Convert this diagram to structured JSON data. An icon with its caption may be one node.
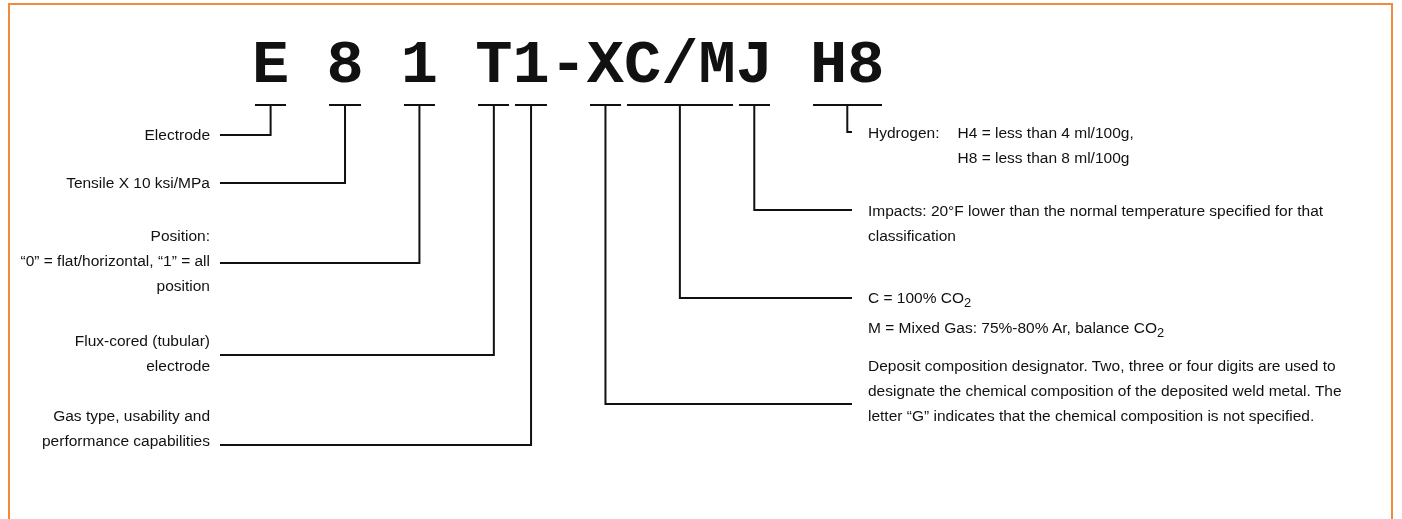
{
  "diagram": {
    "nodes": [
      {
        "text": [],
        "shape": "bar"
      },
      {
        "text": [],
        "shape": "bar"
      },
      {
        "text": [],
        "shape": "bar"
      },
      {
        "text": [],
        "shape": "bar"
      },
      {
        "text": [],
        "shape": "bar"
      },
      {
        "text": [],
        "shape": "bar"
      },
      {
        "text": [],
        "shape": "bar"
      },
      {
        "text": [],
        "shape": "bar"
      },
      {
        "text": [],
        "shape": "bar"
      },
      {
        "text": [
          "Electrode"
        ]
      },
      {
        "text": [
          "Tensile X 10 ksi/MPa"
        ]
      },
      {
        "text": [
          "Position:",
          "“0” = flat/horizontal, “1” = all position"
        ]
      },
      {
        "text": [
          "Flux-cored (tubular) electrode"
        ]
      },
      {
        "text": [
          "Gas type, usability and performance capabilities"
        ]
      },
      {
        "text": [
          "Hydrogen:",
          "H4 = less than 4 ml/100g, H8 = less than 8 ml/100g"
        ]
      },
      {
        "text": [
          "Impacts: 20°F lower than the normal temperature specified for that classification"
        ]
      },
      {
        "text": [
          "C = 100% CO$_{2}$",
          "M = Mixed Gas:  75%-80% Ar, balance CO$_{2}$"
        ]
      },
      {
        "text": [
          "Deposit composition designator. Two, three or four digits are used to designate the chemical composition of the deposited weld metal. The letter “G” indicates that the chemical composition is not specified."
        ]
      }
    ],
    "edges": [
      {
        "from": 9,
        "to": 0,
        "arrow": "none"
      },
      {
        "from": 10,
        "to": 1,
        "arrow": "none"
      },
      {
        "from": 11,
        "to": 2,
        "arrow": "none"
      },
      {
        "from": 12,
        "to": 3,
        "arrow": "none"
      },
      {
        "from": 13,
        "to": 4,
        "arrow": "none"
      },
      {
        "from": 14,
        "to": 8,
        "arrow": "none"
      },
      {
        "from": 15,
        "to": 7,
        "arrow": "none"
      },
      {
        "from": 16,
        "to": 6,
        "arrow": "none"
      },
      {
        "from": 17,
        "to": 5,
        "arrow": "none"
      }
    ],
    "labels": [
      "E 8 1 T1-XC/MJ H8"
    ]
  }
}
